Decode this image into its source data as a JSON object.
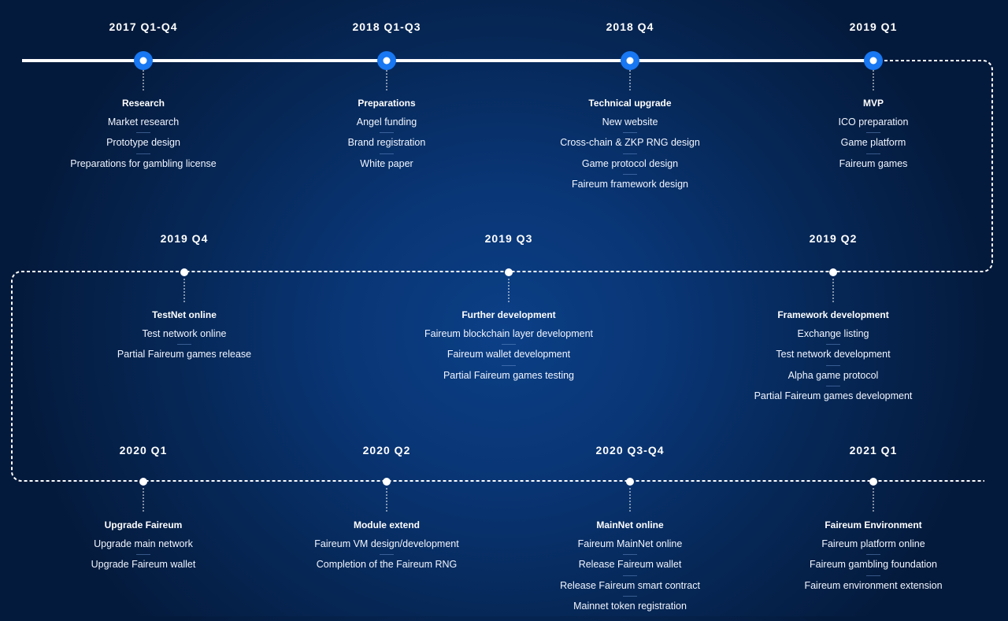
{
  "colors": {
    "line": "#ffffff",
    "dot_big": "#1877f2",
    "background": "#062858"
  },
  "rows": [
    {
      "line_style": "solid",
      "dot_style": "big",
      "nodes": [
        {
          "year": "2017 Q1-Q4",
          "heading": "Research",
          "items": [
            "Market research",
            "Prototype design",
            "Preparations for gambling license"
          ]
        },
        {
          "year": "2018 Q1-Q3",
          "heading": "Preparations",
          "items": [
            "Angel funding",
            "Brand registration",
            "White paper"
          ]
        },
        {
          "year": "2018 Q4",
          "heading": "Technical upgrade",
          "items": [
            "New website",
            "Cross-chain & ZKP RNG design",
            "Game protocol design",
            "Faireum framework design"
          ]
        },
        {
          "year": "2019 Q1",
          "heading": "MVP",
          "items": [
            "ICO preparation",
            "Game platform",
            "Faireum games"
          ]
        }
      ]
    },
    {
      "line_style": "dashed",
      "dot_style": "small",
      "nodes": [
        {
          "year": "2019 Q4",
          "heading": "TestNet online",
          "items": [
            "Test network online",
            "Partial Faireum games release"
          ]
        },
        {
          "year": "2019 Q3",
          "heading": "Further development",
          "items": [
            "Faireum blockchain layer development",
            "Faireum wallet development",
            "Partial Faireum games testing"
          ]
        },
        {
          "year": "2019 Q2",
          "heading": "Framework development",
          "items": [
            "Exchange listing",
            "Test network development",
            "Alpha game protocol",
            "Partial Faireum games development"
          ]
        }
      ]
    },
    {
      "line_style": "dashed",
      "dot_style": "small",
      "nodes": [
        {
          "year": "2020 Q1",
          "heading": "Upgrade Faireum",
          "items": [
            "Upgrade main network",
            "Upgrade Faireum wallet"
          ]
        },
        {
          "year": "2020 Q2",
          "heading": "Module extend",
          "items": [
            "Faireum VM design/development",
            "Completion of the Faireum RNG"
          ]
        },
        {
          "year": "2020 Q3-Q4",
          "heading": "MainNet online",
          "items": [
            "Faireum MainNet online",
            "Release Faireum wallet",
            "Release Faireum smart contract",
            "Mainnet token registration"
          ]
        },
        {
          "year": "2021 Q1",
          "heading": "Faireum Environment",
          "items": [
            "Faireum platform online",
            "Faireum gambling foundation",
            "Faireum environment extension"
          ]
        }
      ]
    }
  ]
}
